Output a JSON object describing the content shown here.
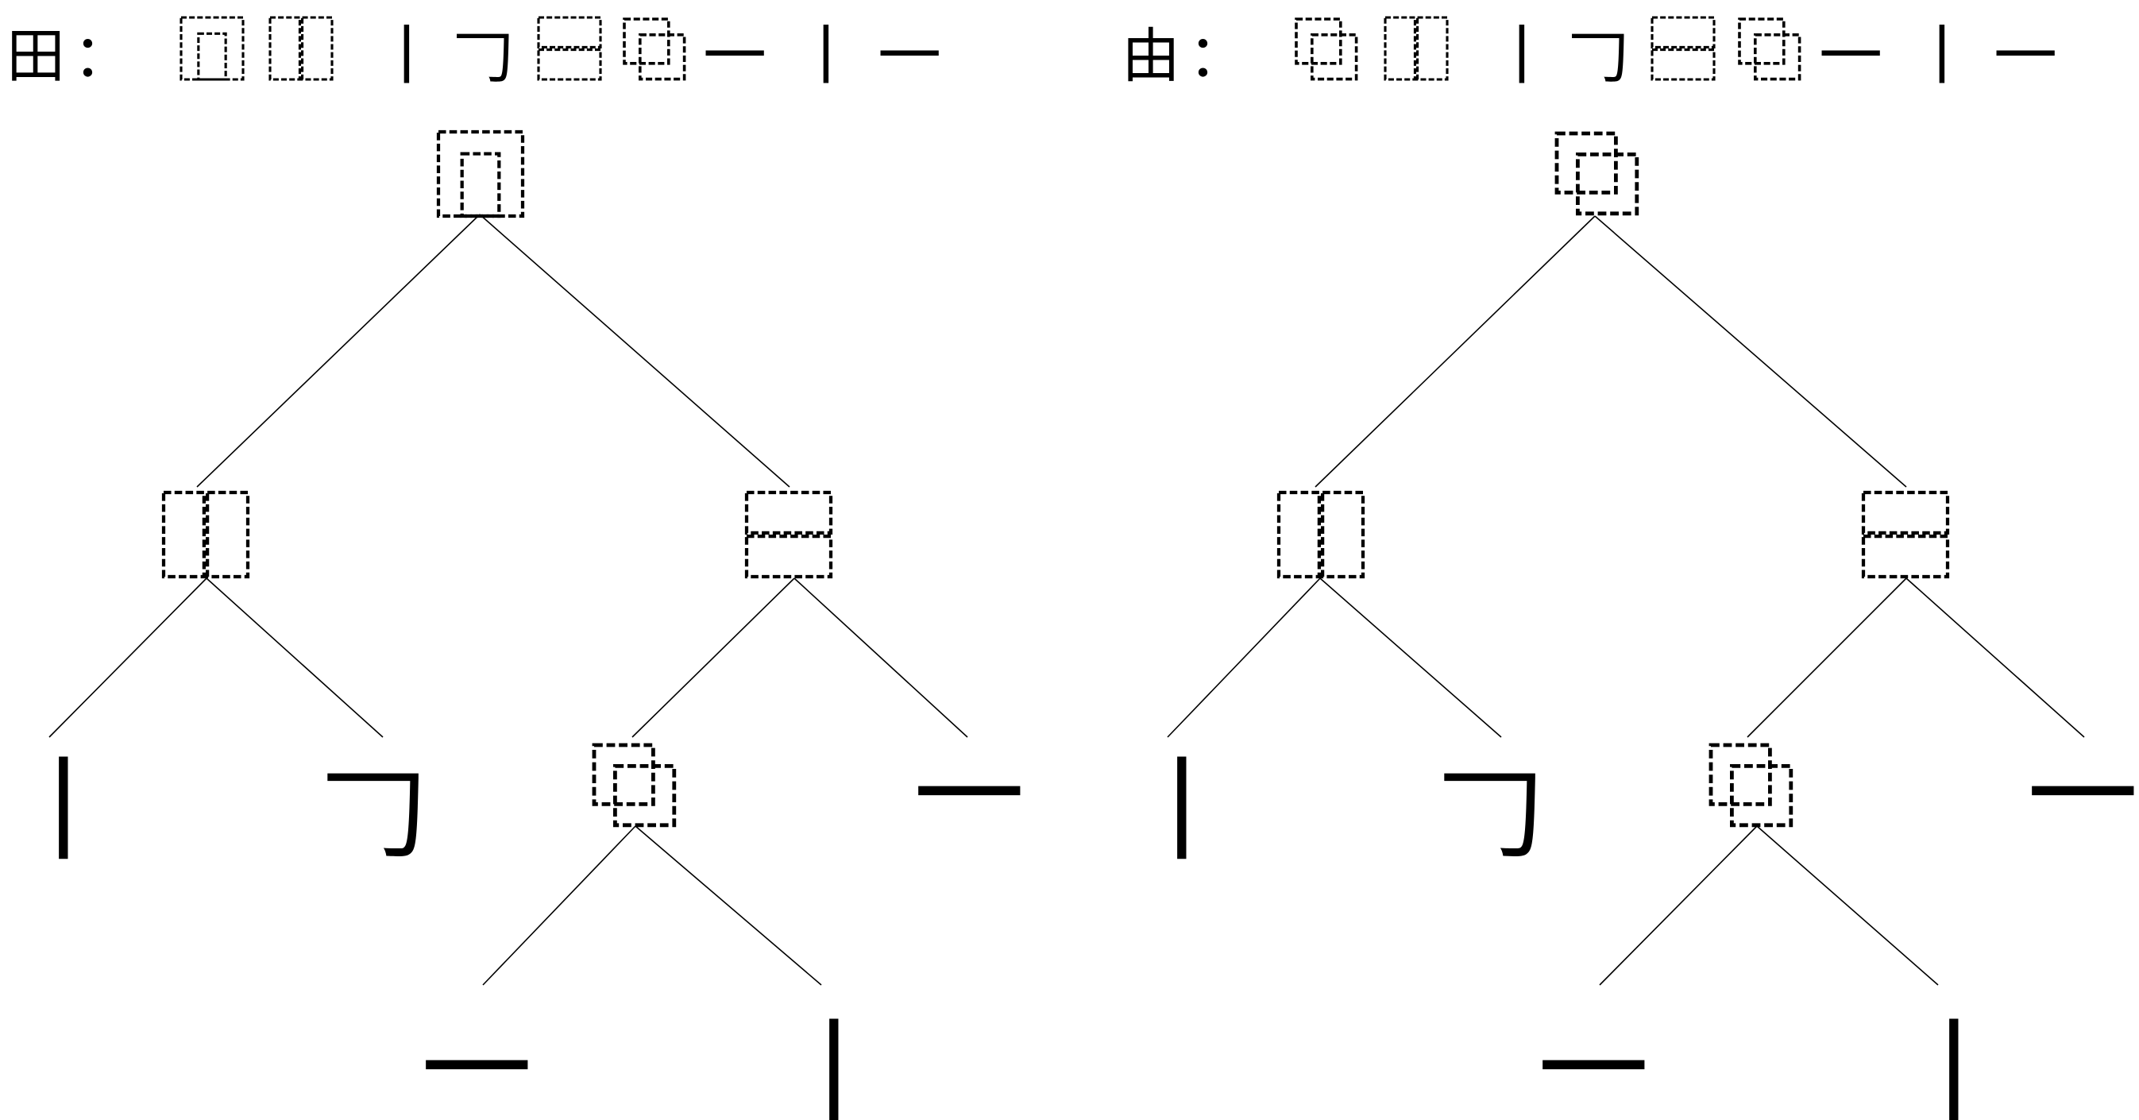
{
  "panels": [
    {
      "id": "tian",
      "character": "田",
      "separator": "：",
      "header_sequence": [
        "surround-structure",
        "left-right-structure",
        "丨",
        "𠃌",
        "top-bottom-structure",
        "overlap-structure",
        "一",
        "丨",
        "一"
      ],
      "tree": {
        "root": "surround-structure",
        "level1": [
          "left-right-structure",
          "top-bottom-structure"
        ],
        "leaves_left": [
          "丨",
          "𠃌"
        ],
        "top_bottom_children": [
          "overlap-structure",
          "一"
        ],
        "overlap_children": [
          "一",
          "丨"
        ]
      }
    },
    {
      "id": "you",
      "character": "由",
      "separator": "：",
      "header_sequence": [
        "overlap-structure",
        "left-right-structure",
        "丨",
        "𠃌",
        "top-bottom-structure",
        "overlap-structure",
        "一",
        "丨",
        "一"
      ],
      "tree": {
        "root": "overlap-structure",
        "level1": [
          "left-right-structure",
          "top-bottom-structure"
        ],
        "leaves_left": [
          "丨",
          "𠃌"
        ],
        "top_bottom_children": [
          "overlap-structure",
          "一"
        ],
        "overlap_children": [
          "一",
          "丨"
        ]
      }
    }
  ]
}
